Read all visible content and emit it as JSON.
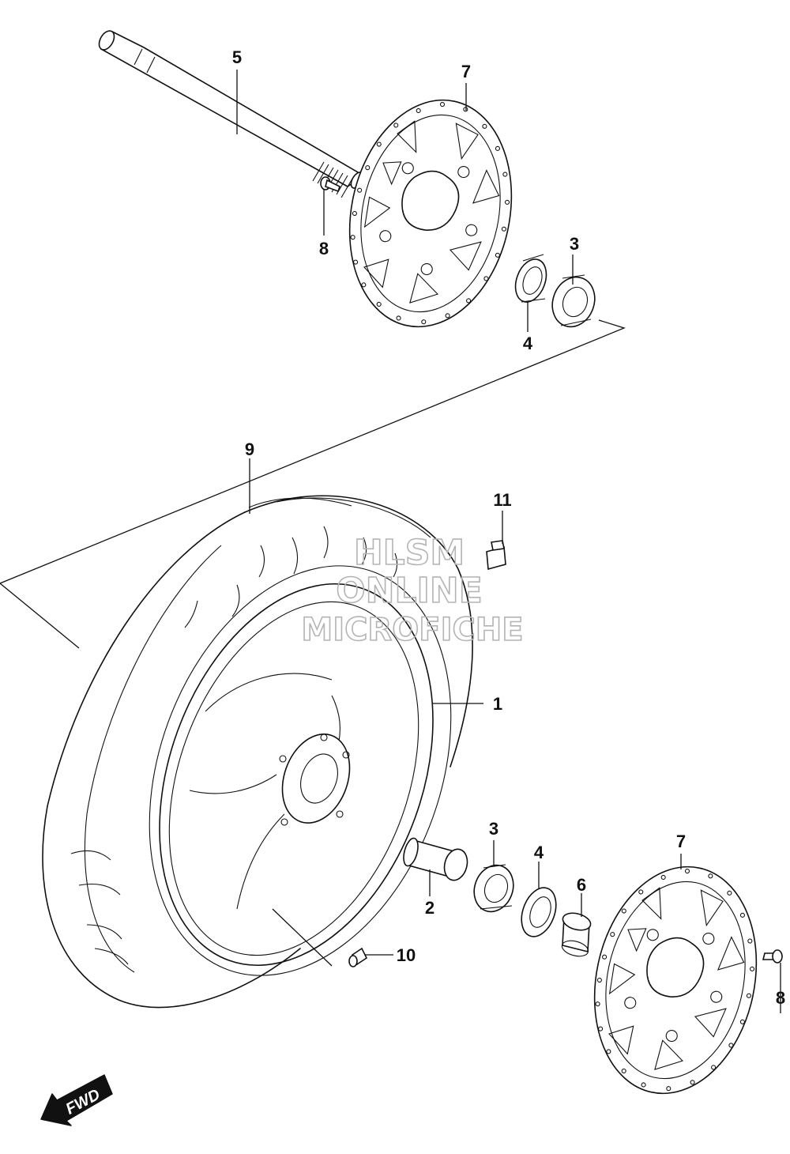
{
  "callouts": {
    "c1": "1",
    "c2": "2",
    "c3_top": "3",
    "c3_bottom": "3",
    "c4_top": "4",
    "c4_bottom": "4",
    "c5": "5",
    "c6": "6",
    "c7_top": "7",
    "c7_bottom": "7",
    "c8_top": "8",
    "c8_bottom": "8",
    "c9": "9",
    "c10": "10",
    "c11": "11"
  },
  "watermark": {
    "line1": "HLSM",
    "line2": "ONLINE",
    "line3": "MICROFICHE"
  },
  "fwd_label": "FWD"
}
